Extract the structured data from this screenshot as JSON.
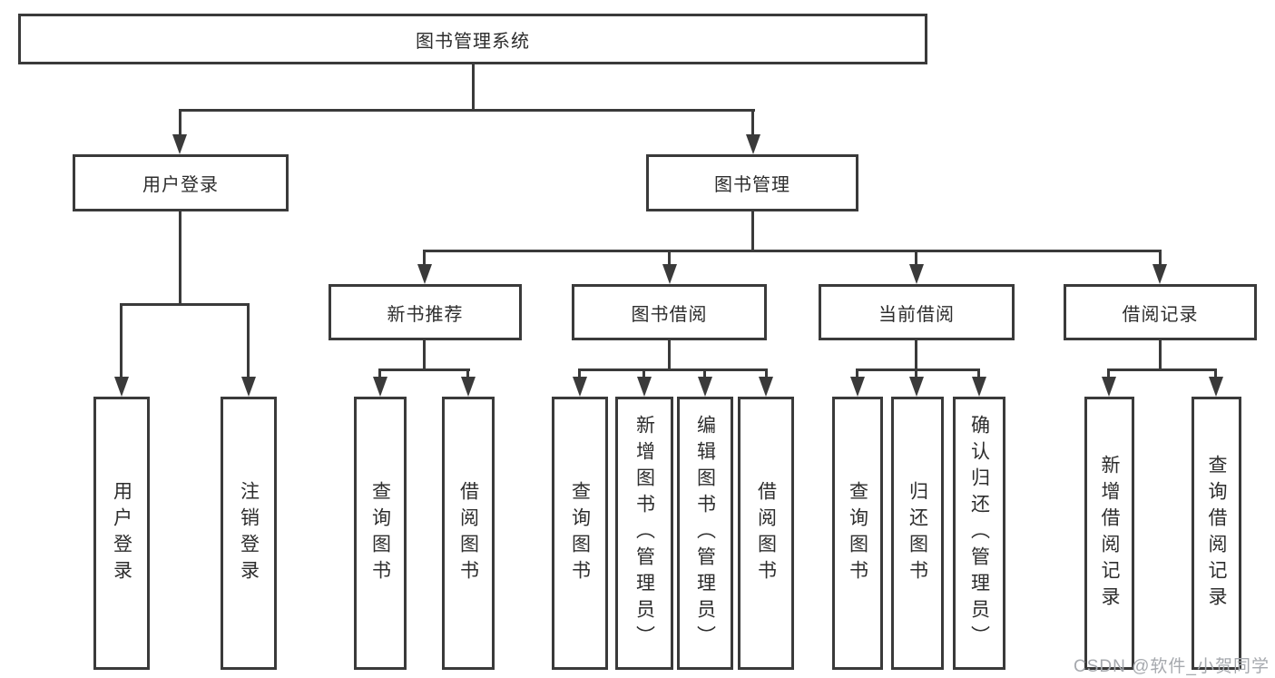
{
  "tree": {
    "root": {
      "label": "图书管理系统"
    },
    "children": [
      {
        "label": "用户登录",
        "children": [
          {
            "label": "用户登录"
          },
          {
            "label": "注销登录"
          }
        ]
      },
      {
        "label": "图书管理",
        "children": [
          {
            "label": "新书推荐",
            "children": [
              {
                "label": "查询图书"
              },
              {
                "label": "借阅图书"
              }
            ]
          },
          {
            "label": "图书借阅",
            "children": [
              {
                "label": "查询图书"
              },
              {
                "label": "新增图书（管理员）"
              },
              {
                "label": "编辑图书（管理员）"
              },
              {
                "label": "借阅图书"
              }
            ]
          },
          {
            "label": "当前借阅",
            "children": [
              {
                "label": "查询图书"
              },
              {
                "label": "归还图书"
              },
              {
                "label": "确认归还（管理员）"
              }
            ]
          },
          {
            "label": "借阅记录",
            "children": [
              {
                "label": "新增借阅记录"
              },
              {
                "label": "查询借阅记录"
              }
            ]
          }
        ]
      }
    ]
  },
  "watermark": {
    "text": "CSDN @软件_小贺同学"
  },
  "colors": {
    "line": "#3a3a3a",
    "box_border": "#3a3a3a",
    "box_fill": "#ffffff",
    "text": "#2d2d2d",
    "watermark": "#a6a9ae"
  }
}
